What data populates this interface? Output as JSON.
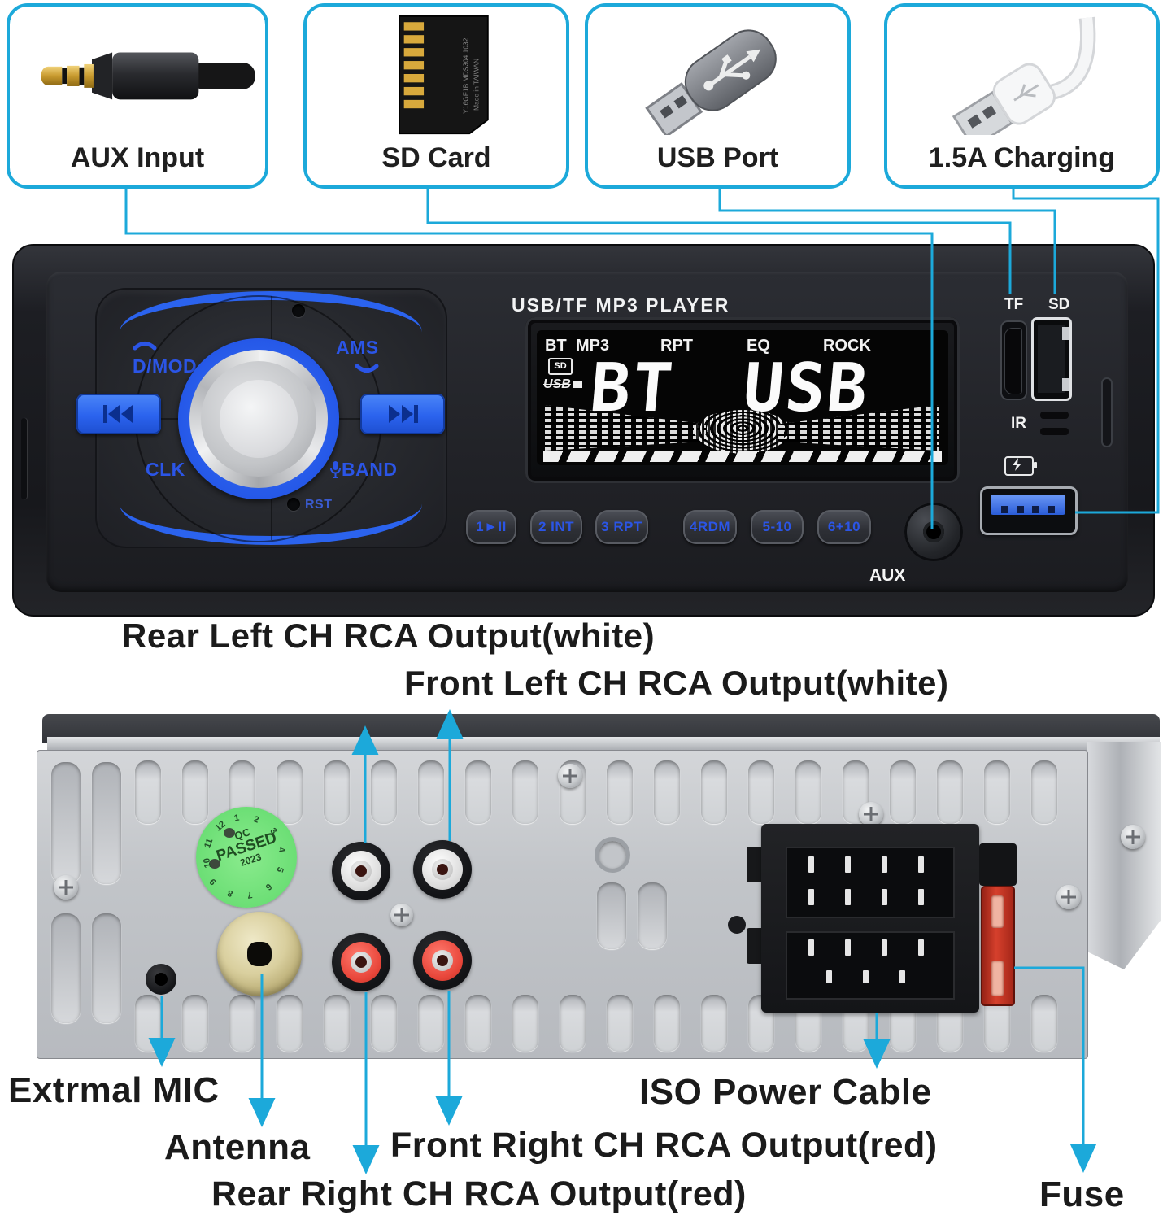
{
  "colors": {
    "accent_cyan": "#1ca9da",
    "accent_blue": "#2b63ee",
    "pod_label_blue": "#2b55e6",
    "rear_silver": "#c2c5c9",
    "sticker_green": "#5fd96b",
    "fuse_red": "#d6402c"
  },
  "callouts": [
    {
      "label": "AUX Input"
    },
    {
      "label": "SD Card",
      "fineprint_line1": "Y16GF1B MDS304 1032",
      "fineprint_line2": "Made in TAIWAN"
    },
    {
      "label": "USB Port"
    },
    {
      "label": "1.5A Charging"
    }
  ],
  "front": {
    "title": "USB/TF MP3 PLAYER",
    "pod": {
      "dmod": "D/MOD",
      "ams": "AMS",
      "clk": "CLK",
      "band": "BAND",
      "rst": "RST"
    },
    "display": {
      "indicators": [
        "BT",
        "MP3",
        "RPT",
        "EQ",
        "ROCK"
      ],
      "sd_badge": "SD",
      "usb_badge": "USB",
      "main": "BT USB"
    },
    "buttons": [
      "1►II",
      "2 INT",
      "3 RPT",
      "4RDM",
      "5-10",
      "6+10"
    ],
    "aux_label": "AUX",
    "tf_label": "TF",
    "sd_label": "SD",
    "ir_label": "IR"
  },
  "rear": {
    "sticker": {
      "top": "QC",
      "mid": "PASSED",
      "year": "2023",
      "rim": [
        "1",
        "2",
        "3",
        "4",
        "5",
        "6",
        "7",
        "8",
        "9",
        "10",
        "11",
        "12"
      ]
    },
    "labels": {
      "rear_left": "Rear Left CH RCA Output(white)",
      "front_left": "Front Left CH RCA Output(white)",
      "mic": "Extrmal MIC",
      "antenna": "Antenna",
      "front_right": "Front Right CH RCA Output(red)",
      "rear_right": "Rear Right CH RCA Output(red)",
      "iso": "ISO Power Cable",
      "fuse": "Fuse"
    }
  }
}
